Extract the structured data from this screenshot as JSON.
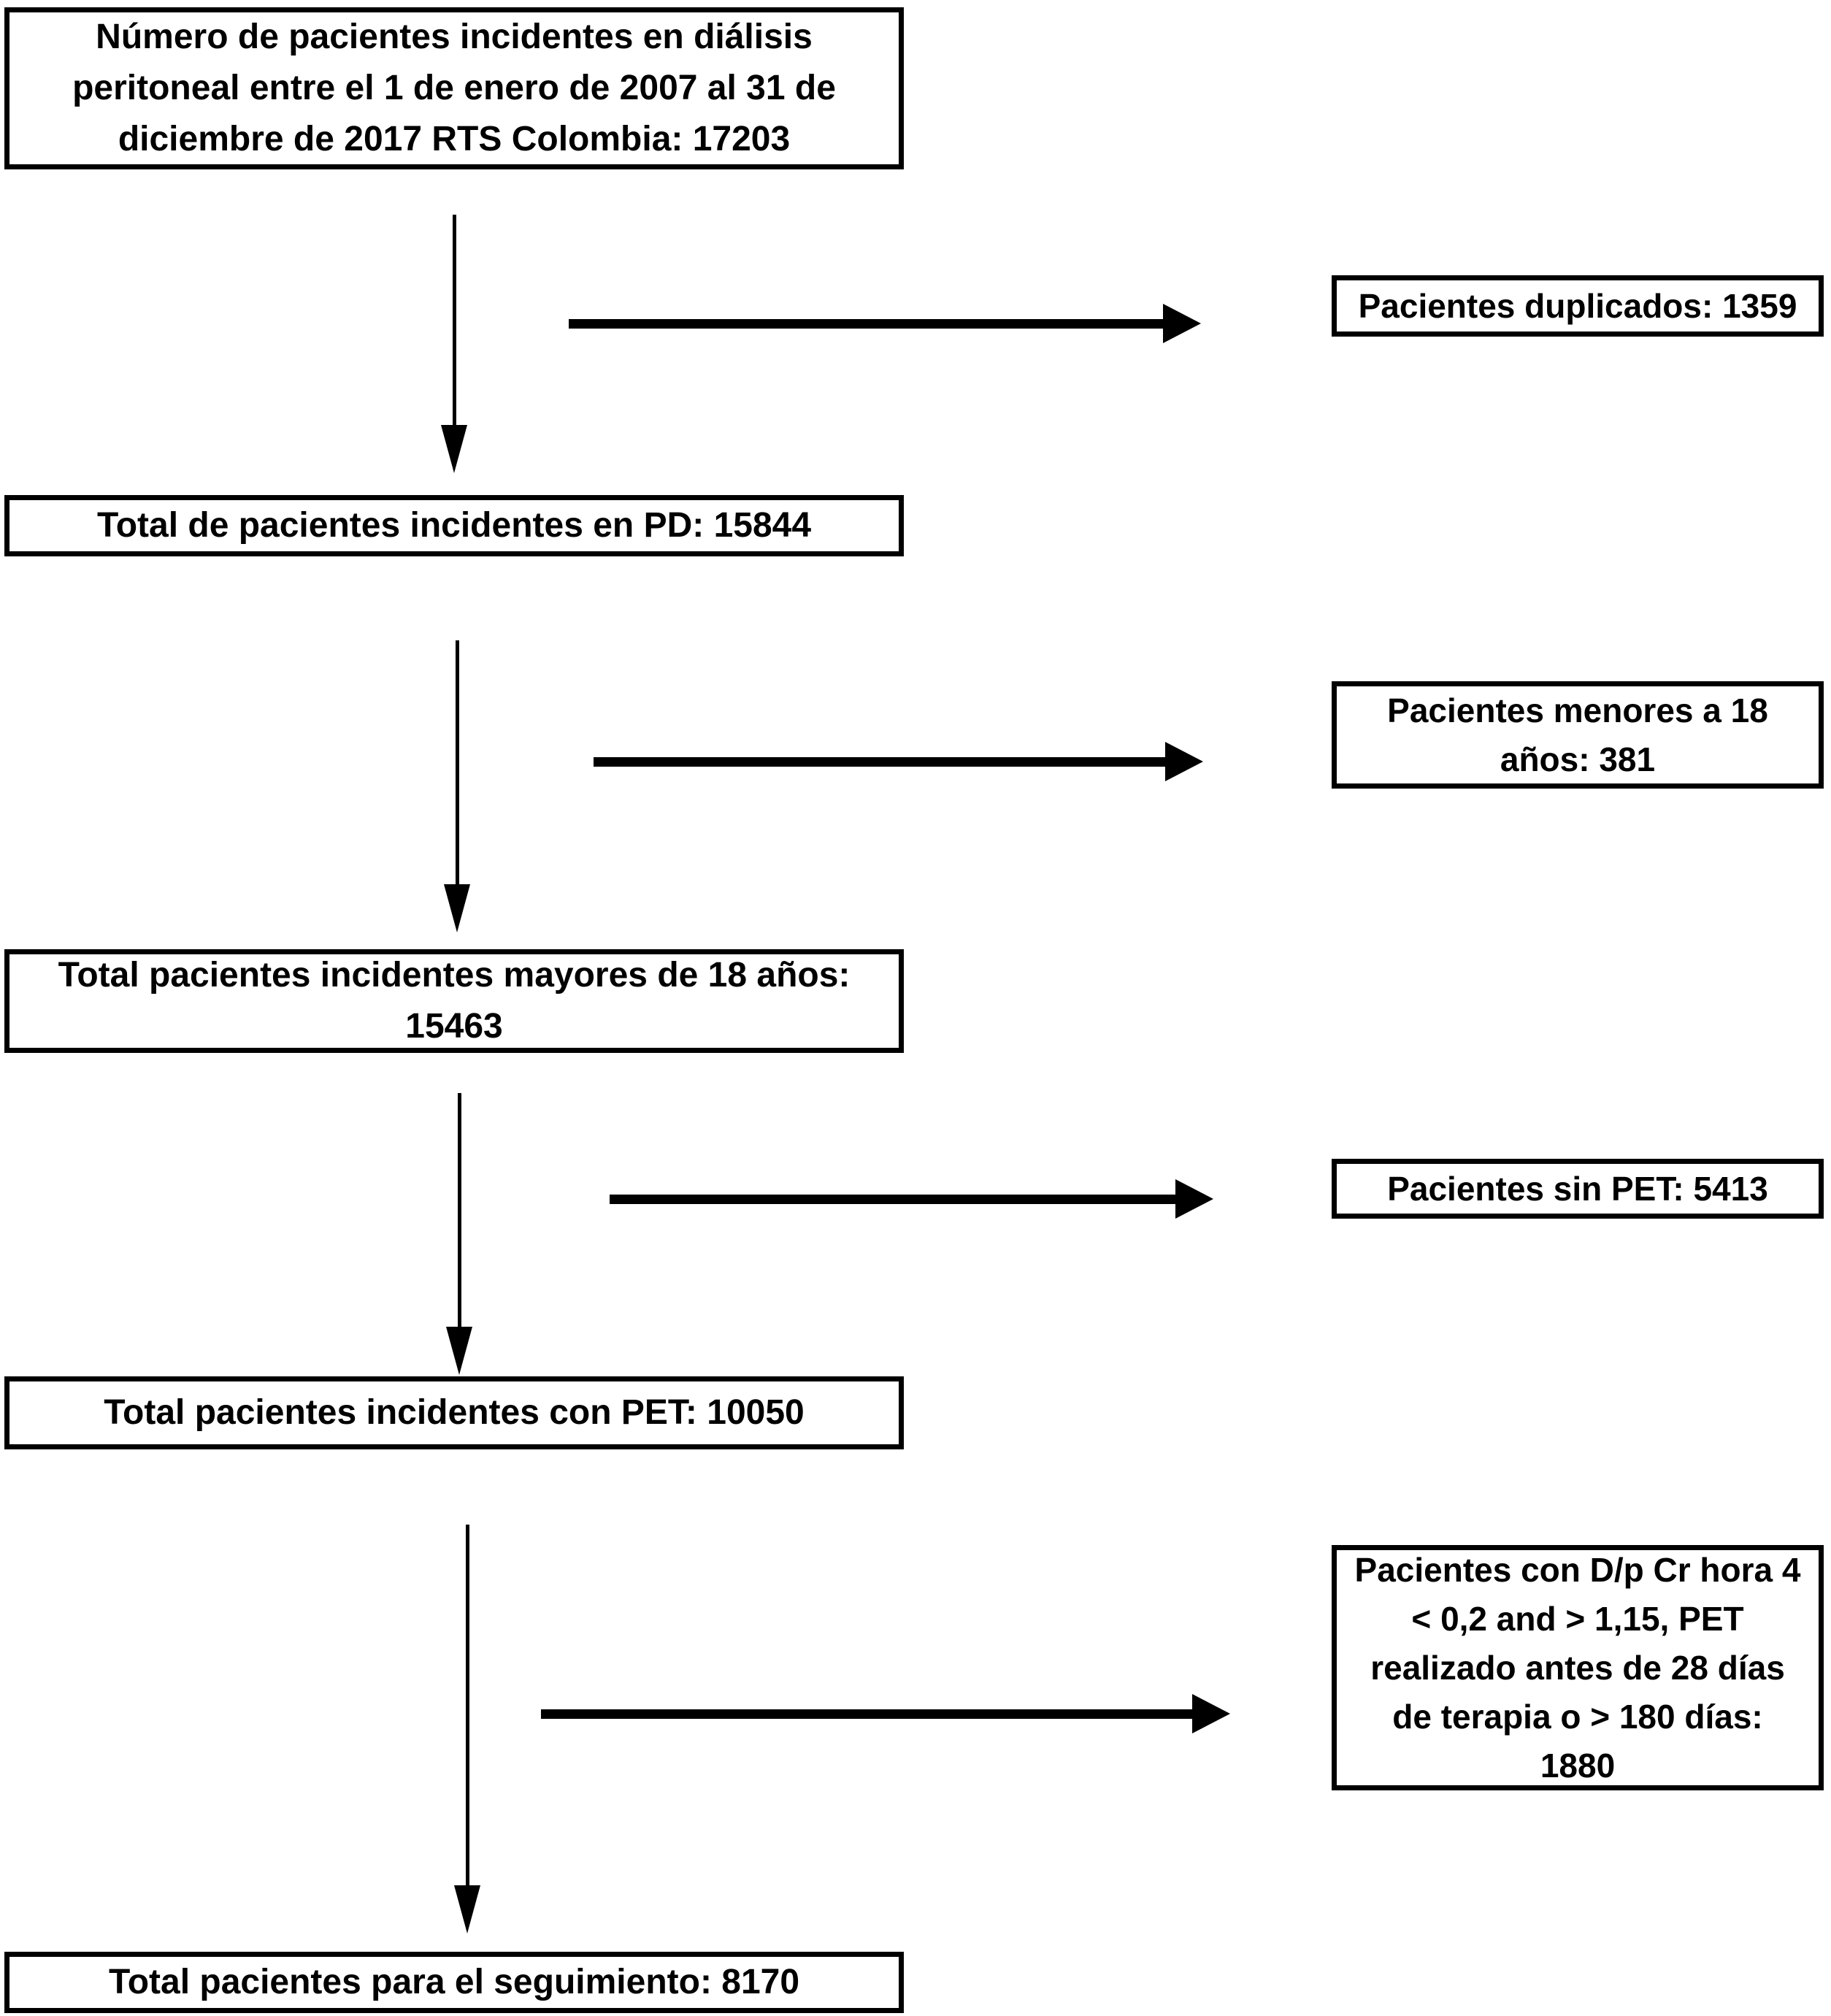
{
  "flowchart": {
    "title": "Patient selection flow diagram",
    "colors": {
      "box_border": "#000000",
      "box_background": "#ffffff",
      "text": "#000000",
      "arrow": "#000000"
    },
    "main_boxes": [
      {
        "id": "incident-dialysis-2007-2017",
        "text": "Número de pacientes incidentes en diálisis\nperitoneal entre el 1 de enero de 2007 al 31 de\ndiciembre de 2017 RTS Colombia: 17203",
        "value": 17203
      },
      {
        "id": "total-incident-pd",
        "text": "Total de pacientes incidentes en PD: 15844",
        "value": 15844
      },
      {
        "id": "total-over-18",
        "text": "Total pacientes incidentes mayores de 18 años:\n15463",
        "value": 15463
      },
      {
        "id": "total-with-pet",
        "text": "Total pacientes incidentes con PET: 10050",
        "value": 10050
      },
      {
        "id": "total-followup",
        "text": "Total pacientes para el seguimiento: 8170",
        "value": 8170
      }
    ],
    "exclusion_boxes": [
      {
        "id": "excluded-duplicates",
        "text": "Pacientes duplicados: 1359",
        "value": 1359
      },
      {
        "id": "excluded-under-18",
        "text": "Pacientes menores a 18\naños: 381",
        "value": 381
      },
      {
        "id": "excluded-no-pet",
        "text": "Pacientes sin PET: 5413",
        "value": 5413
      },
      {
        "id": "excluded-dp-cr-criteria",
        "text": "Pacientes con D/p Cr hora 4\n< 0,2 and > 1,15, PET\nrealizado antes de 28 días\nde terapia o > 180 días:\n1880",
        "value": 1880
      }
    ]
  }
}
